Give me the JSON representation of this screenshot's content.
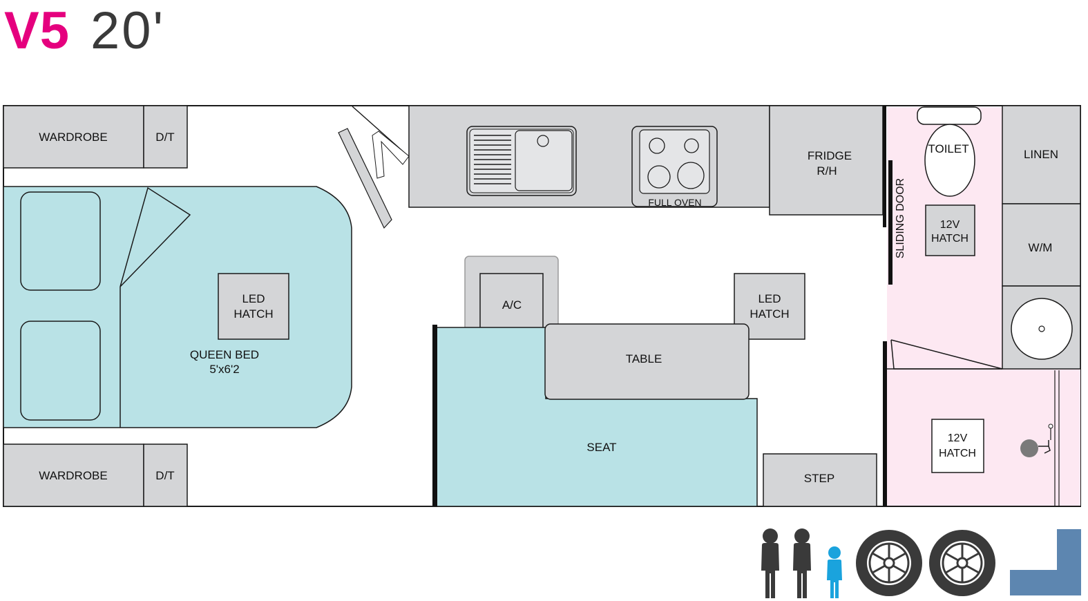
{
  "header": {
    "model": "V5",
    "length": "20'"
  },
  "colors": {
    "accent": "#e5007e",
    "cabinet": "#d4d5d7",
    "bed_seat": "#b9e2e6",
    "ensuite": "#fde8f2",
    "outline": "#1a1a1a",
    "adult_icon": "#3a3a3a",
    "child_icon": "#1aa3dd",
    "layout_icon": "#5d86b0"
  },
  "floorplan": {
    "wardrobe_top": "WARDROBE",
    "dt_top": "D/T",
    "wardrobe_bottom": "WARDROBE",
    "dt_bottom": "D/T",
    "bed_label": "QUEEN BED",
    "bed_size": "5'x6'2",
    "bed_hatch_line1": "LED",
    "bed_hatch_line2": "HATCH",
    "oven": "FULL OVEN",
    "fridge_line1": "FRIDGE",
    "fridge_line2": "R/H",
    "sliding_door": "SLIDING DOOR",
    "toilet": "TOILET",
    "linen": "LINEN",
    "wm": "W/M",
    "ensuite_hatch_line1": "12V",
    "ensuite_hatch_line2": "HATCH",
    "ac": "A/C",
    "dinette_hatch_line1": "LED",
    "dinette_hatch_line2": "HATCH",
    "table": "TABLE",
    "seat": "SEAT",
    "step": "STEP",
    "shower_hatch_line1": "12V",
    "shower_hatch_line2": "HATCH"
  },
  "features": {
    "sleeps_adults": 2,
    "sleeps_children": 1,
    "wheels": 2,
    "icons": [
      "adult-person-icon",
      "adult-person-icon",
      "child-person-icon",
      "tyre-icon",
      "tyre-icon",
      "l-shape-layout-icon"
    ]
  }
}
